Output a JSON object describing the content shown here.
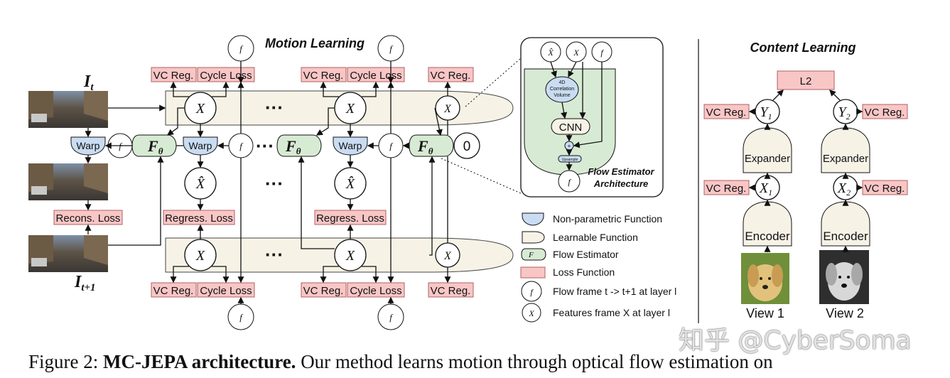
{
  "figure": {
    "motion_title": "Motion Learning",
    "content_title": "Content Learning",
    "frame_top": "I",
    "frame_top_sub": "t",
    "frame_bottom": "I",
    "frame_bottom_sub": "t+1",
    "losses": {
      "vc_reg": "VC Reg.",
      "cycle_loss": "Cycle Loss",
      "regress_loss": "Regress. Loss",
      "recons_loss": "Recons. Loss",
      "l2": "L2"
    },
    "blocks": {
      "warp": "Warp",
      "f_theta": "F",
      "f_theta_sub": "θ",
      "zero": "0",
      "dots": "···",
      "cnn": "CNN",
      "corr_line1": "4D",
      "corr_line2": "Correlation",
      "corr_line3": "Volume",
      "upsample": "Upsample",
      "plus": "+",
      "expander": "Expander",
      "encoder": "Encoder"
    },
    "inset_title_line1": "Flow Estimator",
    "inset_title_line2": "Architecture",
    "legend": [
      {
        "label": "Non-parametric Function"
      },
      {
        "label": "Learnable Function"
      },
      {
        "label": "Flow Estimator"
      },
      {
        "label": "Loss Function"
      },
      {
        "label": "Flow frame t -> t+1 at layer l"
      },
      {
        "label": "Features frame X at layer l"
      }
    ],
    "content": {
      "y1": "Y",
      "y2": "Y",
      "x1": "X",
      "x2": "X",
      "sub1": "1",
      "sub2": "2",
      "view1": "View 1",
      "view2": "View 2"
    }
  },
  "caption": {
    "prefix": "Figure 2:",
    "bold": "MC-JEPA architecture.",
    "rest": "Our method learns motion through optical flow estimation on"
  },
  "watermark": "知乎 @CyberSoma",
  "colors": {
    "loss_fill": "#f9c6c6",
    "learnable_fill": "#f6f2e6",
    "flow_fill": "#d7ead3",
    "warp_fill": "#c9dcf2"
  }
}
